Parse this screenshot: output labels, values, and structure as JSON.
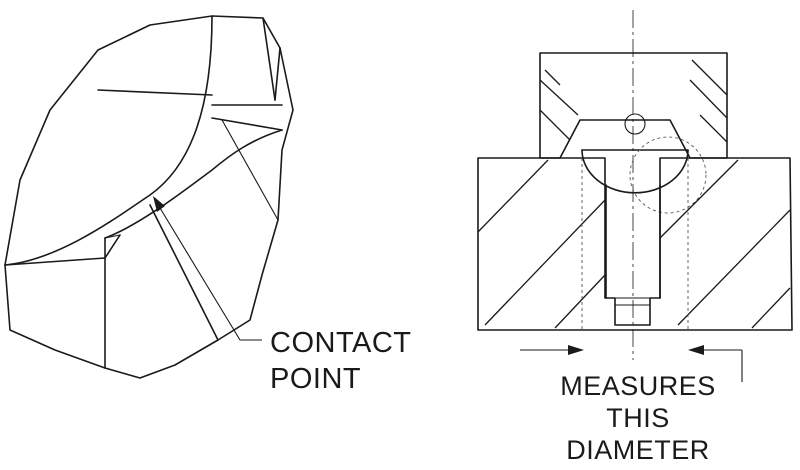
{
  "left_figure": {
    "label_line1": "CONTACT",
    "label_line2": "POINT"
  },
  "right_figure": {
    "label_line1": "MEASURES",
    "label_line2": "THIS",
    "label_line3": "DIAMETER"
  },
  "colors": {
    "ink": "#1a1a1a",
    "background": "#ffffff"
  }
}
